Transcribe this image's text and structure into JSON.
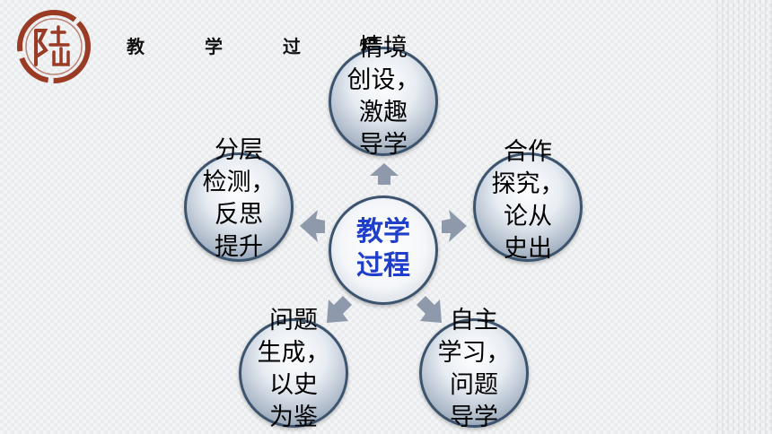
{
  "header": {
    "logo_char": "陆",
    "title": "教 学 过 程"
  },
  "diagram": {
    "center_label": "教学\n过程",
    "nodes": [
      {
        "id": "top",
        "label": "情境\n创设，\n激趣\n导学"
      },
      {
        "id": "right",
        "label": "合作\n探究，\n论从\n史出"
      },
      {
        "id": "bottom-right",
        "label": "自主\n学习，\n问题\n导学"
      },
      {
        "id": "bottom-left",
        "label": "问题\n生成，\n以史\n为鉴"
      },
      {
        "id": "left",
        "label": "分层\n检测，\n反思\n提升"
      }
    ]
  },
  "colors": {
    "center_text": "#1f3ec9",
    "node_border": "#3d546e",
    "arrow": "#8e9aab",
    "logo": "#9a3b26"
  }
}
